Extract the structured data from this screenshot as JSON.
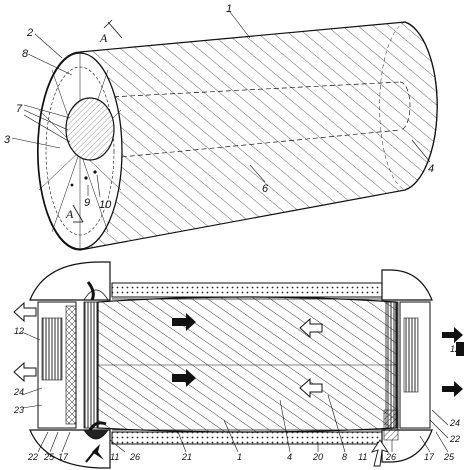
{
  "top_view": {
    "section_label_top": "A",
    "section_label_bottom": "A",
    "labels": [
      "1",
      "2",
      "8",
      "7",
      "3",
      "9",
      "10",
      "6",
      "4"
    ]
  },
  "bottom_view": {
    "labels": [
      "12",
      "24",
      "23",
      "22",
      "25",
      "17",
      "11",
      "26",
      "21",
      "1",
      "4",
      "20",
      "8",
      "11",
      "26",
      "17",
      "25",
      "22",
      "24",
      "12"
    ]
  }
}
